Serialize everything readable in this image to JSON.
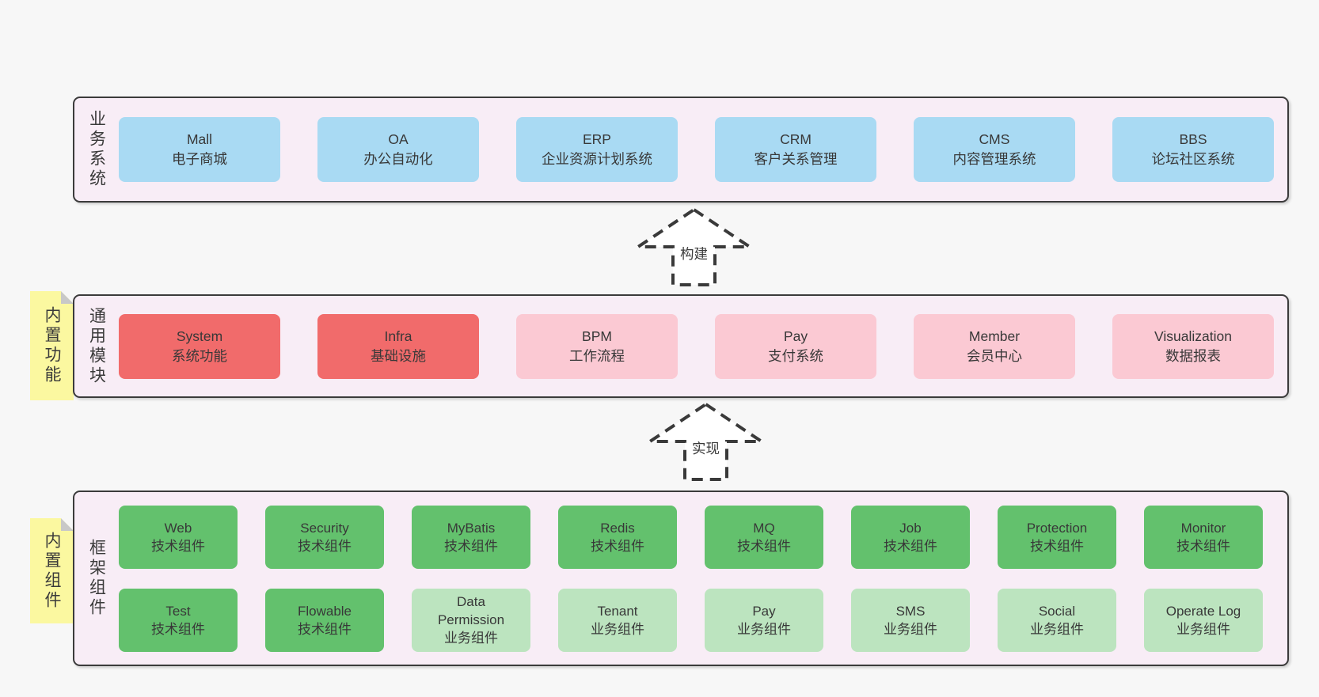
{
  "colors": {
    "canvas_bg": "#f7f7f7",
    "panel_bg": "#f8edf6",
    "panel_border": "#3b3b3b",
    "blue": "#a9daf3",
    "red": "#f16b6b",
    "pink": "#fbc9d3",
    "green_dark": "#63c16d",
    "green_light": "#bce4bf",
    "note_yellow": "#fbf8a0",
    "note_fold": "#c8c8c8",
    "text": "#3a3a3a",
    "arrow_stroke": "#3a3a3a",
    "arrow_fill": "#ffffff"
  },
  "panels": [
    {
      "label": "业务系统",
      "boxes": [
        {
          "en": "Mall",
          "zh": "电子商城"
        },
        {
          "en": "OA",
          "zh": "办公自动化"
        },
        {
          "en": "ERP",
          "zh": "企业资源计划系统"
        },
        {
          "en": "CRM",
          "zh": "客户关系管理"
        },
        {
          "en": "CMS",
          "zh": "内容管理系统"
        },
        {
          "en": "BBS",
          "zh": "论坛社区系统"
        }
      ]
    },
    {
      "label": "通用模块",
      "note": "内置功能",
      "boxes": [
        {
          "en": "System",
          "zh": "系统功能"
        },
        {
          "en": "Infra",
          "zh": "基础设施"
        },
        {
          "en": "BPM",
          "zh": "工作流程"
        },
        {
          "en": "Pay",
          "zh": "支付系统"
        },
        {
          "en": "Member",
          "zh": "会员中心"
        },
        {
          "en": "Visualization",
          "zh": "数据报表"
        }
      ]
    },
    {
      "label": "框架组件",
      "note": "内置组件",
      "rows": [
        [
          {
            "en": "Web",
            "zh": "技术组件"
          },
          {
            "en": "Security",
            "zh": "技术组件"
          },
          {
            "en": "MyBatis",
            "zh": "技术组件"
          },
          {
            "en": "Redis",
            "zh": "技术组件"
          },
          {
            "en": "MQ",
            "zh": "技术组件"
          },
          {
            "en": "Job",
            "zh": "技术组件"
          },
          {
            "en": "Protection",
            "zh": "技术组件"
          },
          {
            "en": "Monitor",
            "zh": "技术组件"
          }
        ],
        [
          {
            "en": "Test",
            "zh": "技术组件"
          },
          {
            "en": "Flowable",
            "zh": "技术组件"
          },
          {
            "en": "Data Permission",
            "zh": "业务组件"
          },
          {
            "en": "Tenant",
            "zh": "业务组件"
          },
          {
            "en": "Pay",
            "zh": "业务组件"
          },
          {
            "en": "SMS",
            "zh": "业务组件"
          },
          {
            "en": "Social",
            "zh": "业务组件"
          },
          {
            "en": "Operate Log",
            "zh": "业务组件"
          }
        ]
      ]
    }
  ],
  "arrows": [
    {
      "label": "构建"
    },
    {
      "label": "实现"
    }
  ]
}
